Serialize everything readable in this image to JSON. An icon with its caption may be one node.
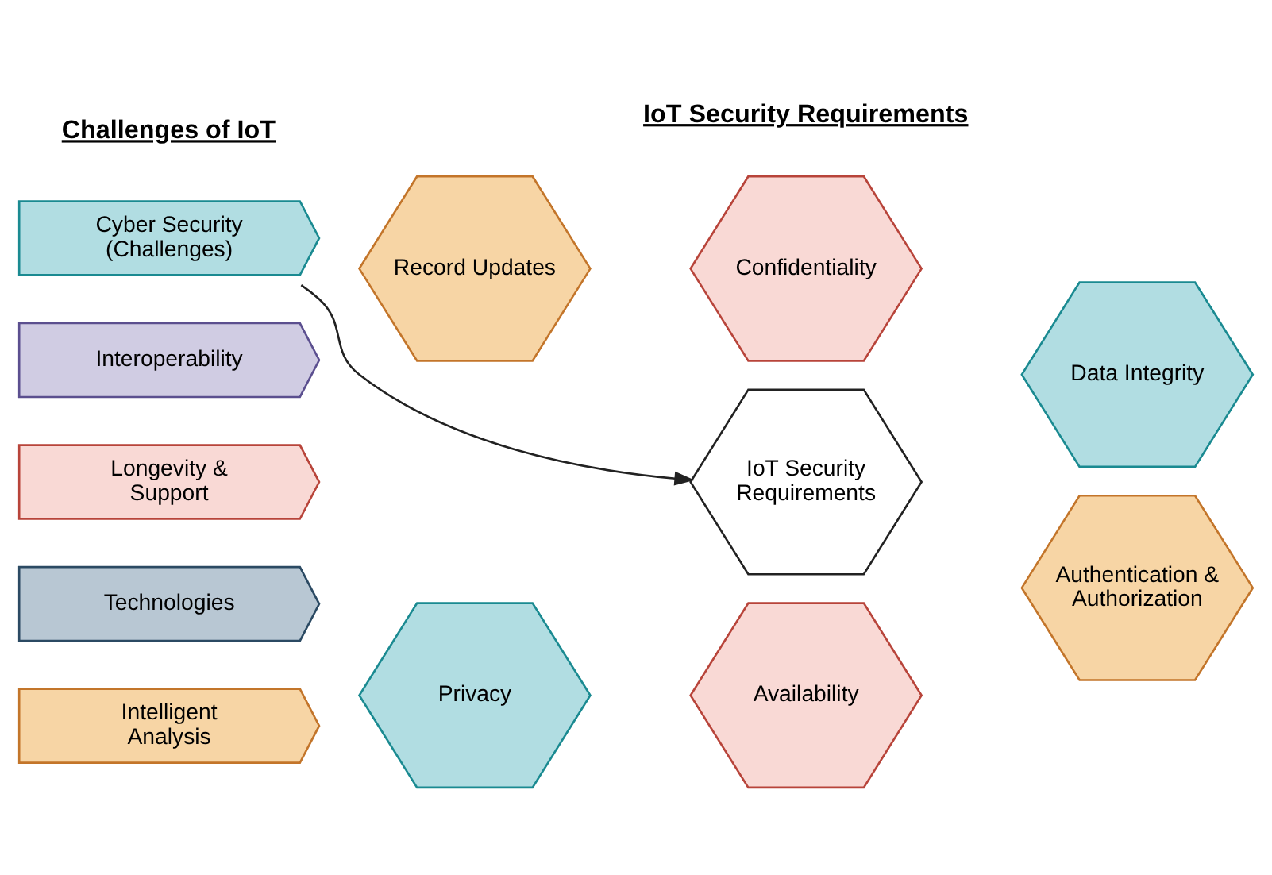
{
  "diagram": {
    "nodes": [
      {
        "text": [
          "Cyber Security (Challenges)"
        ]
      },
      {
        "text": [
          "Interoperability"
        ]
      },
      {
        "text": [
          "Longevity & Support"
        ]
      },
      {
        "text": [
          "Technologies"
        ]
      },
      {
        "text": [
          "Intelligent Analysis"
        ]
      },
      {
        "text": [
          "Confidentiality"
        ]
      },
      {
        "text": [
          "Record Updates"
        ]
      },
      {
        "text": [
          "Data Integrity"
        ]
      },
      {
        "text": [
          "IoT Security Requirements"
        ]
      },
      {
        "text": [
          "Privacy"
        ]
      },
      {
        "text": [
          "Authentication & Authorization"
        ]
      },
      {
        "text": [
          "Availability"
        ]
      }
    ],
    "edges": [
      {
        "from": 0,
        "to": 8,
        "arrow": "to"
      }
    ],
    "labels": [
      "Challenges of IoT",
      "IoT Security Requirements"
    ]
  }
}
